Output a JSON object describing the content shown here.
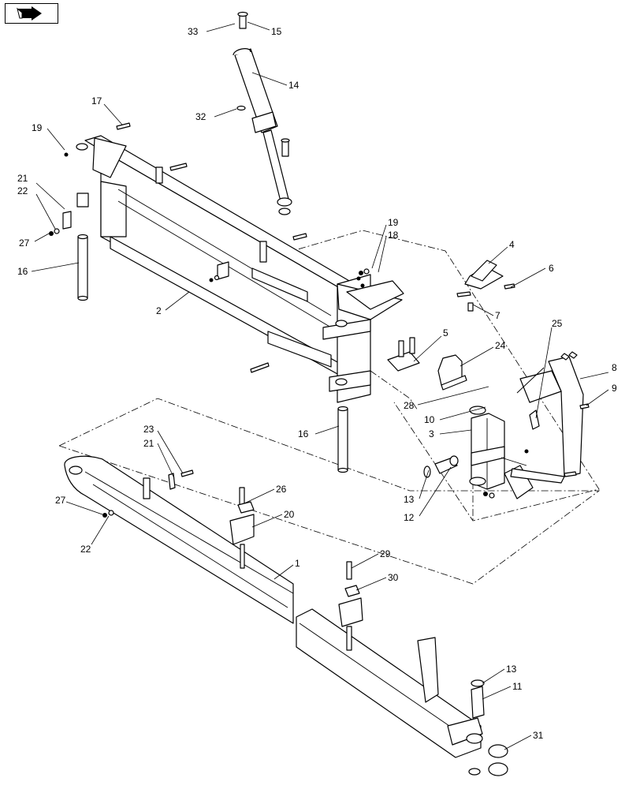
{
  "icons": {
    "nav": "page-turn-arrow-icon"
  },
  "callouts": [
    {
      "id": "c33",
      "label": "33"
    },
    {
      "id": "c15",
      "label": "15"
    },
    {
      "id": "c14",
      "label": "14"
    },
    {
      "id": "c32",
      "label": "32"
    },
    {
      "id": "c17",
      "label": "17"
    },
    {
      "id": "c19a",
      "label": "19"
    },
    {
      "id": "c21a",
      "label": "21"
    },
    {
      "id": "c22a",
      "label": "22"
    },
    {
      "id": "c27a",
      "label": "27"
    },
    {
      "id": "c16a",
      "label": "16"
    },
    {
      "id": "c2",
      "label": "2"
    },
    {
      "id": "c19b",
      "label": "19"
    },
    {
      "id": "c18",
      "label": "18"
    },
    {
      "id": "c4",
      "label": "4"
    },
    {
      "id": "c6",
      "label": "6"
    },
    {
      "id": "c7",
      "label": "7"
    },
    {
      "id": "c5",
      "label": "5"
    },
    {
      "id": "c25",
      "label": "25"
    },
    {
      "id": "c24",
      "label": "24"
    },
    {
      "id": "c8",
      "label": "8"
    },
    {
      "id": "c9",
      "label": "9"
    },
    {
      "id": "c28",
      "label": "28"
    },
    {
      "id": "c10",
      "label": "10"
    },
    {
      "id": "c3",
      "label": "3"
    },
    {
      "id": "c16b",
      "label": "16"
    },
    {
      "id": "c13a",
      "label": "13"
    },
    {
      "id": "c12",
      "label": "12"
    },
    {
      "id": "c23",
      "label": "23"
    },
    {
      "id": "c21b",
      "label": "21"
    },
    {
      "id": "c27b",
      "label": "27"
    },
    {
      "id": "c22b",
      "label": "22"
    },
    {
      "id": "c26",
      "label": "26"
    },
    {
      "id": "c20",
      "label": "20"
    },
    {
      "id": "c1",
      "label": "1"
    },
    {
      "id": "c29",
      "label": "29"
    },
    {
      "id": "c30",
      "label": "30"
    },
    {
      "id": "c13b",
      "label": "13"
    },
    {
      "id": "c11",
      "label": "11"
    },
    {
      "id": "c31",
      "label": "31"
    }
  ]
}
